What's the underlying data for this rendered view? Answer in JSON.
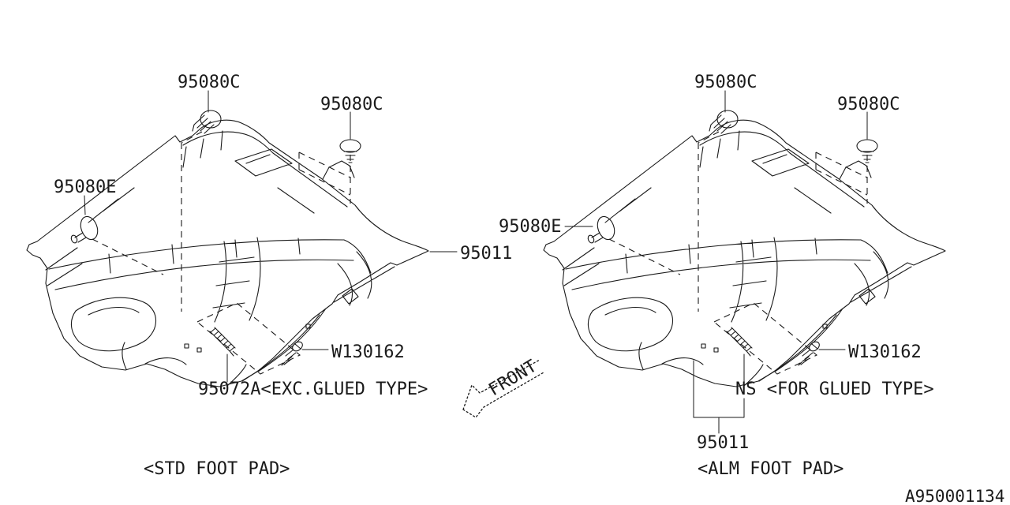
{
  "page": {
    "background": "#ffffff",
    "line_color": "#1a1a1a",
    "diagram_id": "A950001134",
    "front_label": "FRONT"
  },
  "left_diagram": {
    "caption": "<STD FOOT PAD>",
    "labels": {
      "clip_a": "95080C",
      "clip_b": "95080C",
      "grommet": "95080E",
      "carpet": "95011",
      "screw": "W130162",
      "pad": "95072A<EXC.GLUED TYPE>"
    }
  },
  "right_diagram": {
    "caption": "<ALM FOOT PAD>",
    "labels": {
      "clip_a": "95080C",
      "clip_b": "95080C",
      "grommet": "95080E",
      "carpet": "95011",
      "screw": "W130162",
      "pad": "NS <FOR GLUED TYPE>"
    }
  }
}
